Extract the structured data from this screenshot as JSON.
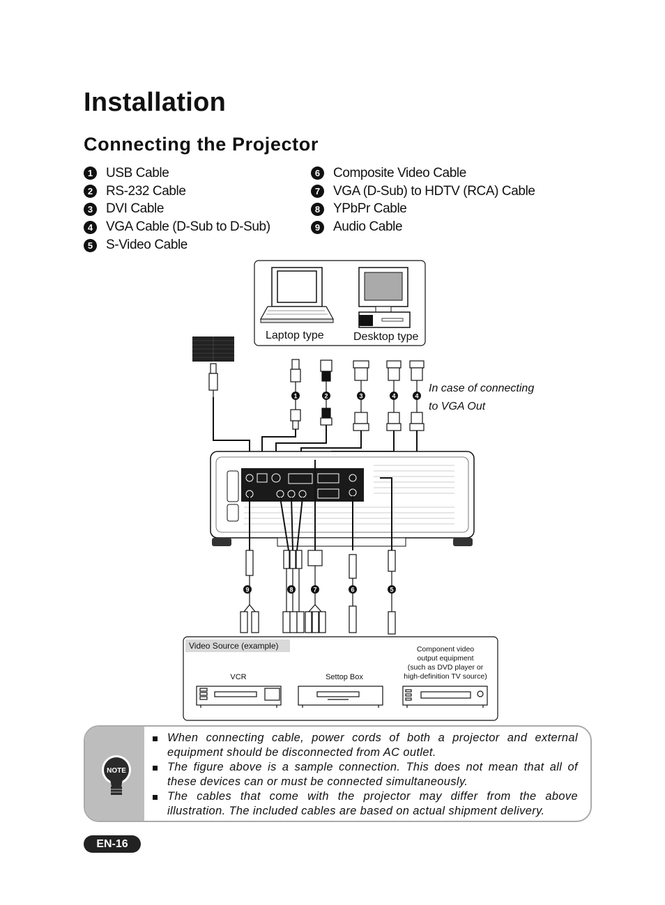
{
  "page": {
    "title": "Installation",
    "subtitle": "Connecting the Projector",
    "page_number": "EN-16"
  },
  "cables_left": [
    {
      "num": "1",
      "label": "USB Cable"
    },
    {
      "num": "2",
      "label": "RS-232 Cable"
    },
    {
      "num": "3",
      "label": "DVI Cable"
    },
    {
      "num": "4",
      "label": "VGA Cable (D-Sub to D-Sub)"
    },
    {
      "num": "5",
      "label": "S-Video Cable"
    }
  ],
  "cables_right": [
    {
      "num": "6",
      "label": "Composite Video Cable"
    },
    {
      "num": "7",
      "label": "VGA (D-Sub) to HDTV (RCA) Cable"
    },
    {
      "num": "8",
      "label": "YPbPr Cable"
    },
    {
      "num": "9",
      "label": "Audio Cable"
    }
  ],
  "diagram": {
    "laptop_label": "Laptop type",
    "desktop_label": "Desktop type",
    "vga_out_note_line1": "In case of connecting",
    "vga_out_note_line2": "to  VGA  Out",
    "video_source_label": "Video Source (example)",
    "vcr_label": "VCR",
    "settop_label": "Settop Box",
    "component_line1": "Component video",
    "component_line2": "output equipment",
    "component_line3": "(such as DVD player or",
    "component_line4": "high-definition TV source)",
    "top_markers": [
      "1",
      "2",
      "3",
      "4",
      "4"
    ],
    "bottom_markers": [
      "9",
      "8",
      "7",
      "6",
      "5"
    ]
  },
  "note": {
    "icon_label": "NOTE",
    "items": [
      "When connecting cable, power cords of both a projector and external equipment should be disconnected from AC outlet.",
      "The figure above is a sample connection. This does not mean that all of these devices can or must be connected simultaneously.",
      "The cables that come with the projector may differ from the above illustration. The included cables are based on actual shipment delivery."
    ]
  },
  "colors": {
    "ink": "#111111",
    "note_side": "#bdbdbd",
    "label_bg": "#d9d9d9"
  }
}
